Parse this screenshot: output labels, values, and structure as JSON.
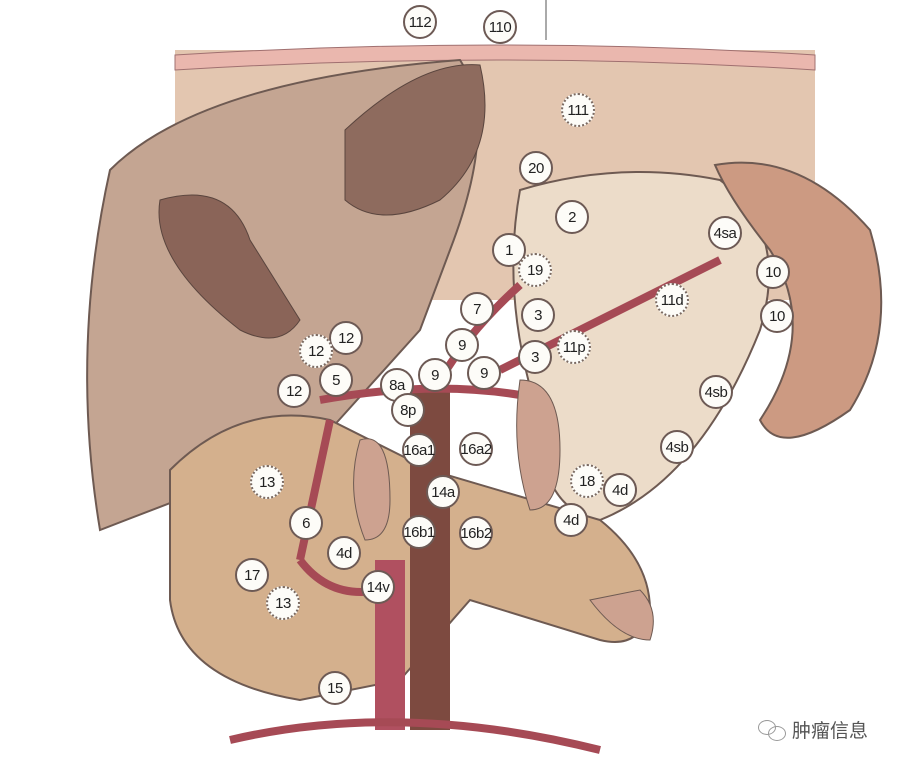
{
  "title": "Gastric lymph node stations",
  "nodes": [
    "112",
    "110",
    "111",
    "20",
    "2",
    "1",
    "19",
    "4sa",
    "10",
    "10",
    "11d",
    "7",
    "3",
    "9",
    "12",
    "12",
    "3",
    "11p",
    "5",
    "8a",
    "9",
    "9",
    "12",
    "8p",
    "4sb",
    "16a1",
    "16a2",
    "4sb",
    "13",
    "14a",
    "18",
    "4d",
    "6",
    "16b1",
    "16b2",
    "4d",
    "4d",
    "17",
    "14v",
    "13",
    "15"
  ],
  "watermark": "肿瘤信息",
  "colors": {
    "liver": "#c9aa95",
    "liver_dark": "#8a6658",
    "stomach": "#e6d3bf",
    "vessel": "#a64a55",
    "pancreas": "#d4b391",
    "diaphragm": "#e8c6b4"
  }
}
